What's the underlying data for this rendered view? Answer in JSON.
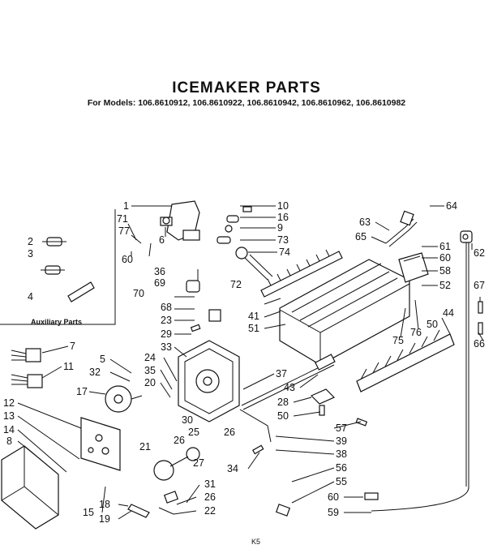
{
  "header": {
    "title": "ICEMAKER PARTS",
    "subtitle": "For Models: 106.8610912, 106.8610922, 106.8610942, 106.8610962, 106.8610982"
  },
  "auxiliary_label": "Auxiliary Parts",
  "footer_code": "K5",
  "callouts": [
    {
      "n": "1"
    },
    {
      "n": "2"
    },
    {
      "n": "3"
    },
    {
      "n": "4"
    },
    {
      "n": "5"
    },
    {
      "n": "6"
    },
    {
      "n": "7"
    },
    {
      "n": "8"
    },
    {
      "n": "9"
    },
    {
      "n": "10"
    },
    {
      "n": "11"
    },
    {
      "n": "12"
    },
    {
      "n": "13"
    },
    {
      "n": "14"
    },
    {
      "n": "15"
    },
    {
      "n": "16"
    },
    {
      "n": "17"
    },
    {
      "n": "18"
    },
    {
      "n": "19"
    },
    {
      "n": "20"
    },
    {
      "n": "21"
    },
    {
      "n": "22"
    },
    {
      "n": "23"
    },
    {
      "n": "24"
    },
    {
      "n": "25"
    },
    {
      "n": "26"
    },
    {
      "n": "26"
    },
    {
      "n": "26"
    },
    {
      "n": "27"
    },
    {
      "n": "28"
    },
    {
      "n": "29"
    },
    {
      "n": "30"
    },
    {
      "n": "31"
    },
    {
      "n": "32"
    },
    {
      "n": "33"
    },
    {
      "n": "34"
    },
    {
      "n": "35"
    },
    {
      "n": "36"
    },
    {
      "n": "37"
    },
    {
      "n": "38"
    },
    {
      "n": "39"
    },
    {
      "n": "41"
    },
    {
      "n": "43"
    },
    {
      "n": "44"
    },
    {
      "n": "50"
    },
    {
      "n": "50"
    },
    {
      "n": "51"
    },
    {
      "n": "52"
    },
    {
      "n": "55"
    },
    {
      "n": "56"
    },
    {
      "n": "57"
    },
    {
      "n": "58"
    },
    {
      "n": "59"
    },
    {
      "n": "60"
    },
    {
      "n": "60"
    },
    {
      "n": "60"
    },
    {
      "n": "61"
    },
    {
      "n": "62"
    },
    {
      "n": "63"
    },
    {
      "n": "64"
    },
    {
      "n": "65"
    },
    {
      "n": "66"
    },
    {
      "n": "67"
    },
    {
      "n": "68"
    },
    {
      "n": "69"
    },
    {
      "n": "70"
    },
    {
      "n": "71"
    },
    {
      "n": "72"
    },
    {
      "n": "73"
    },
    {
      "n": "74"
    },
    {
      "n": "75"
    },
    {
      "n": "76"
    },
    {
      "n": "77"
    }
  ]
}
